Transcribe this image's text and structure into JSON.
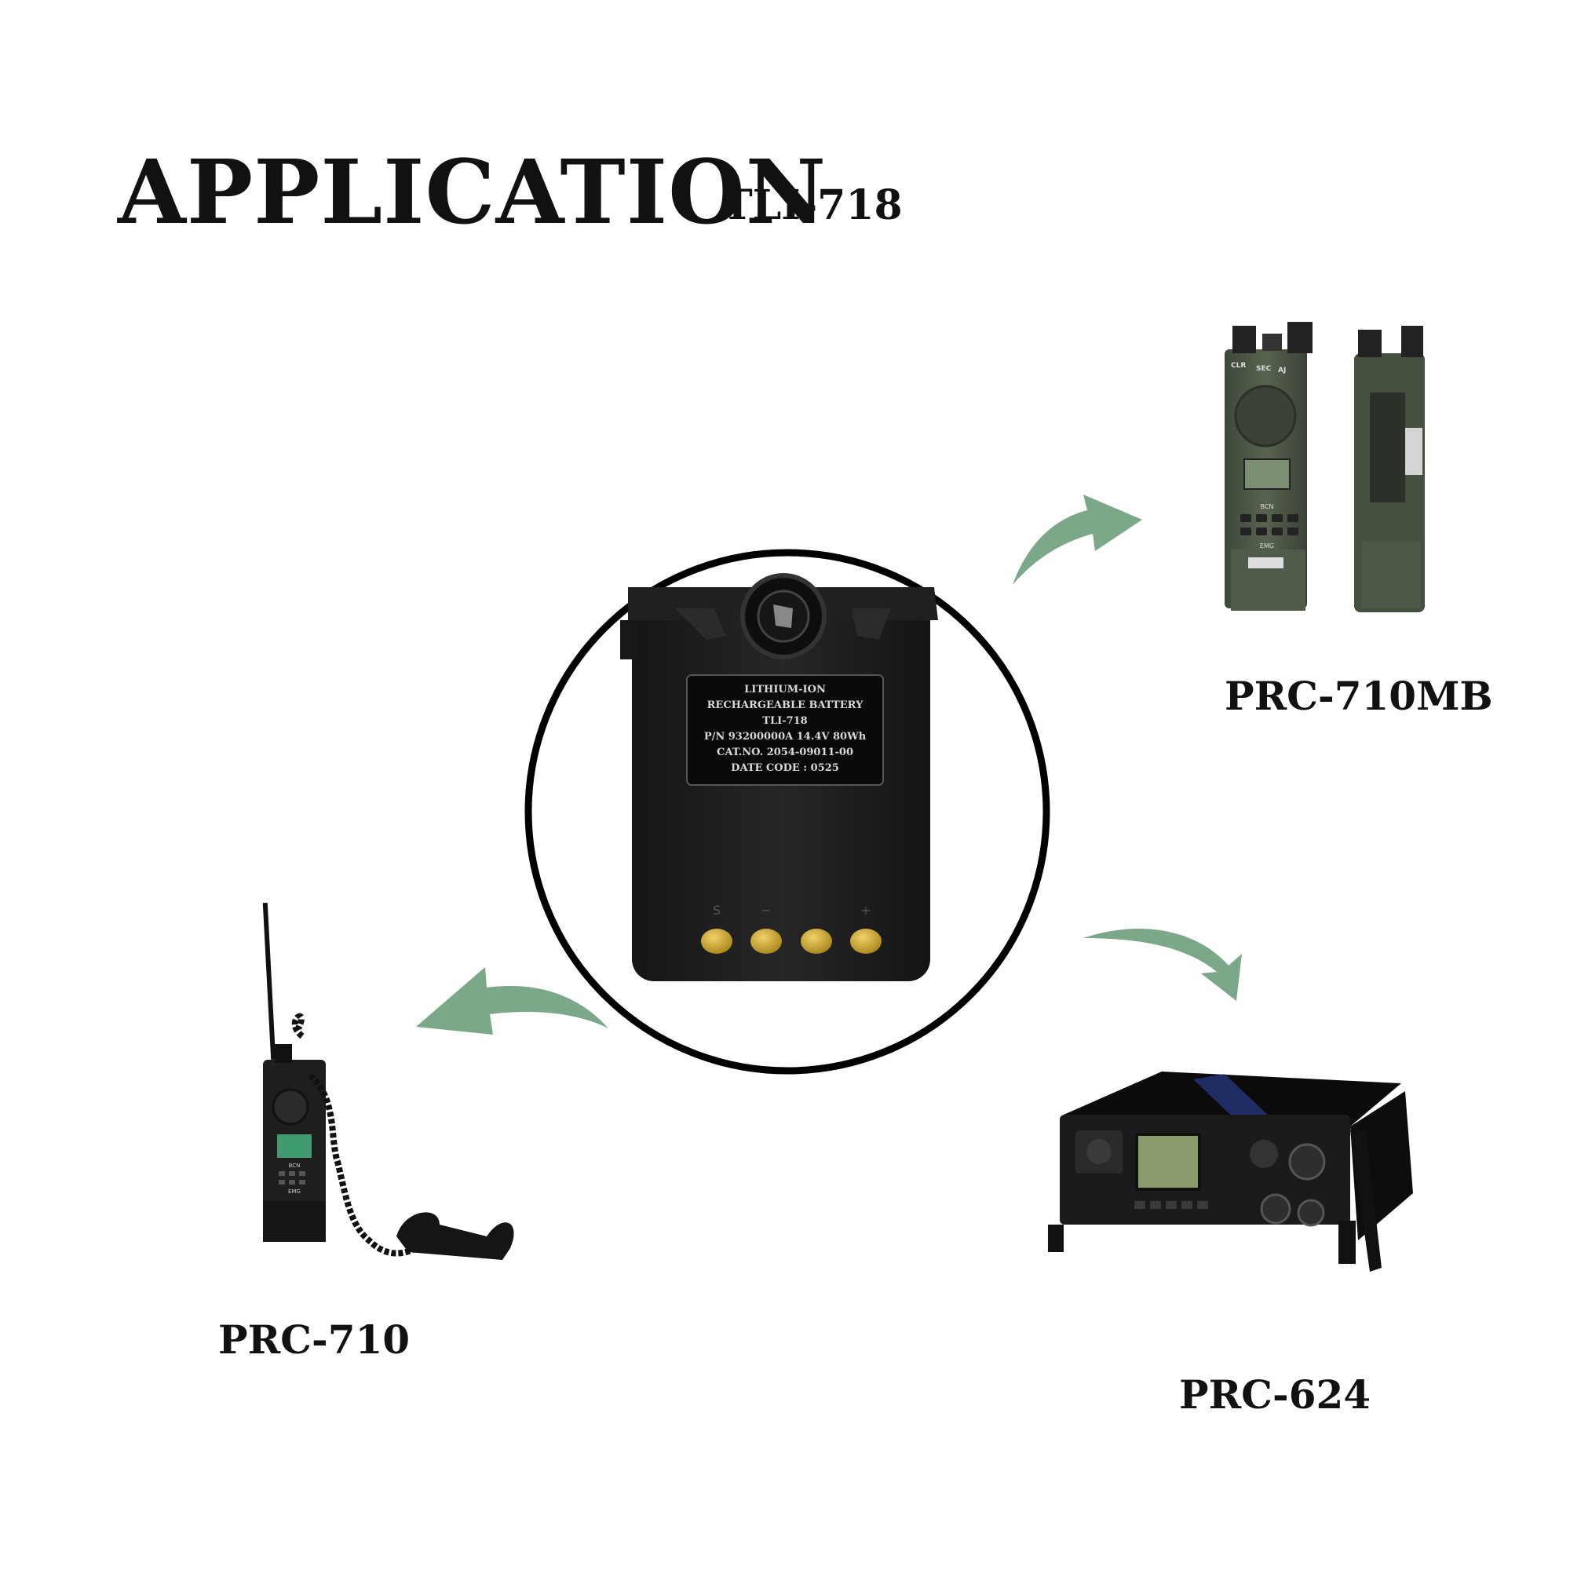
{
  "header": {
    "title": "APPLICATION",
    "model": "TLI-718"
  },
  "battery": {
    "label_lines": [
      "LITHIUM-ION",
      "RECHARGEABLE BATTERY",
      "TLI-718",
      "P/N 93200000A 14.4V 80Wh",
      "CAT.NO. 2054-09011-00",
      "DATE CODE : 0525"
    ],
    "terminal_marks": [
      "S",
      "−",
      "",
      "+"
    ]
  },
  "radios": {
    "prc710mb": {
      "label": "PRC-710MB",
      "keys": [
        "CLR",
        "SEC",
        "AJ",
        "BCN",
        "EMG"
      ]
    },
    "prc710": {
      "label": "PRC-710",
      "keys": [
        "BCN",
        "EMG"
      ]
    },
    "prc624": {
      "label": "PRC-624"
    }
  },
  "colors": {
    "arrow": "#7ba888",
    "text": "#111111",
    "battery_body": "#1c1c1c",
    "radio_green": "#4a5546",
    "contact_gold": "#c9a227"
  }
}
